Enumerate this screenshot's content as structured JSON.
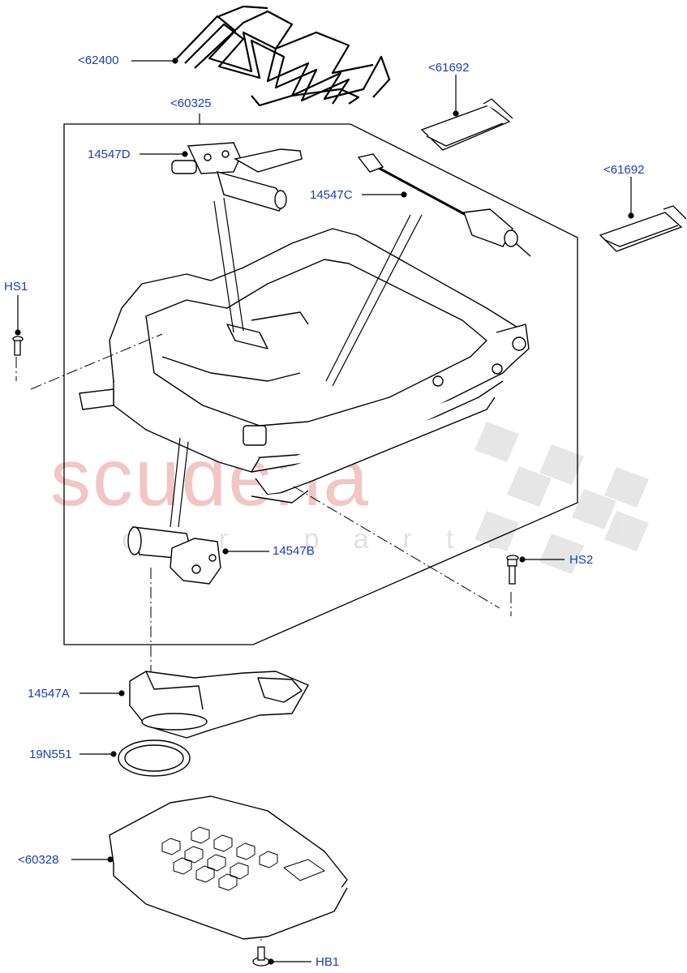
{
  "watermark": {
    "brand": "scuderia",
    "sub": "car parts"
  },
  "callouts": {
    "c62400": "<62400",
    "c60325": "<60325",
    "c61692a": "<61692",
    "c61692b": "<61692",
    "c14547D": "14547D",
    "c14547C": "14547C",
    "c14547B": "14547B",
    "c14547A": "14547A",
    "cHS1": "HS1",
    "cHS2": "HS2",
    "c19N551": "19N551",
    "c60328": "<60328",
    "cHB1": "HB1"
  },
  "colors": {
    "label": "#1a3fb4",
    "line": "#000000",
    "watermark_red": "#f2c6c6",
    "watermark_grey": "#e2e2e2"
  }
}
